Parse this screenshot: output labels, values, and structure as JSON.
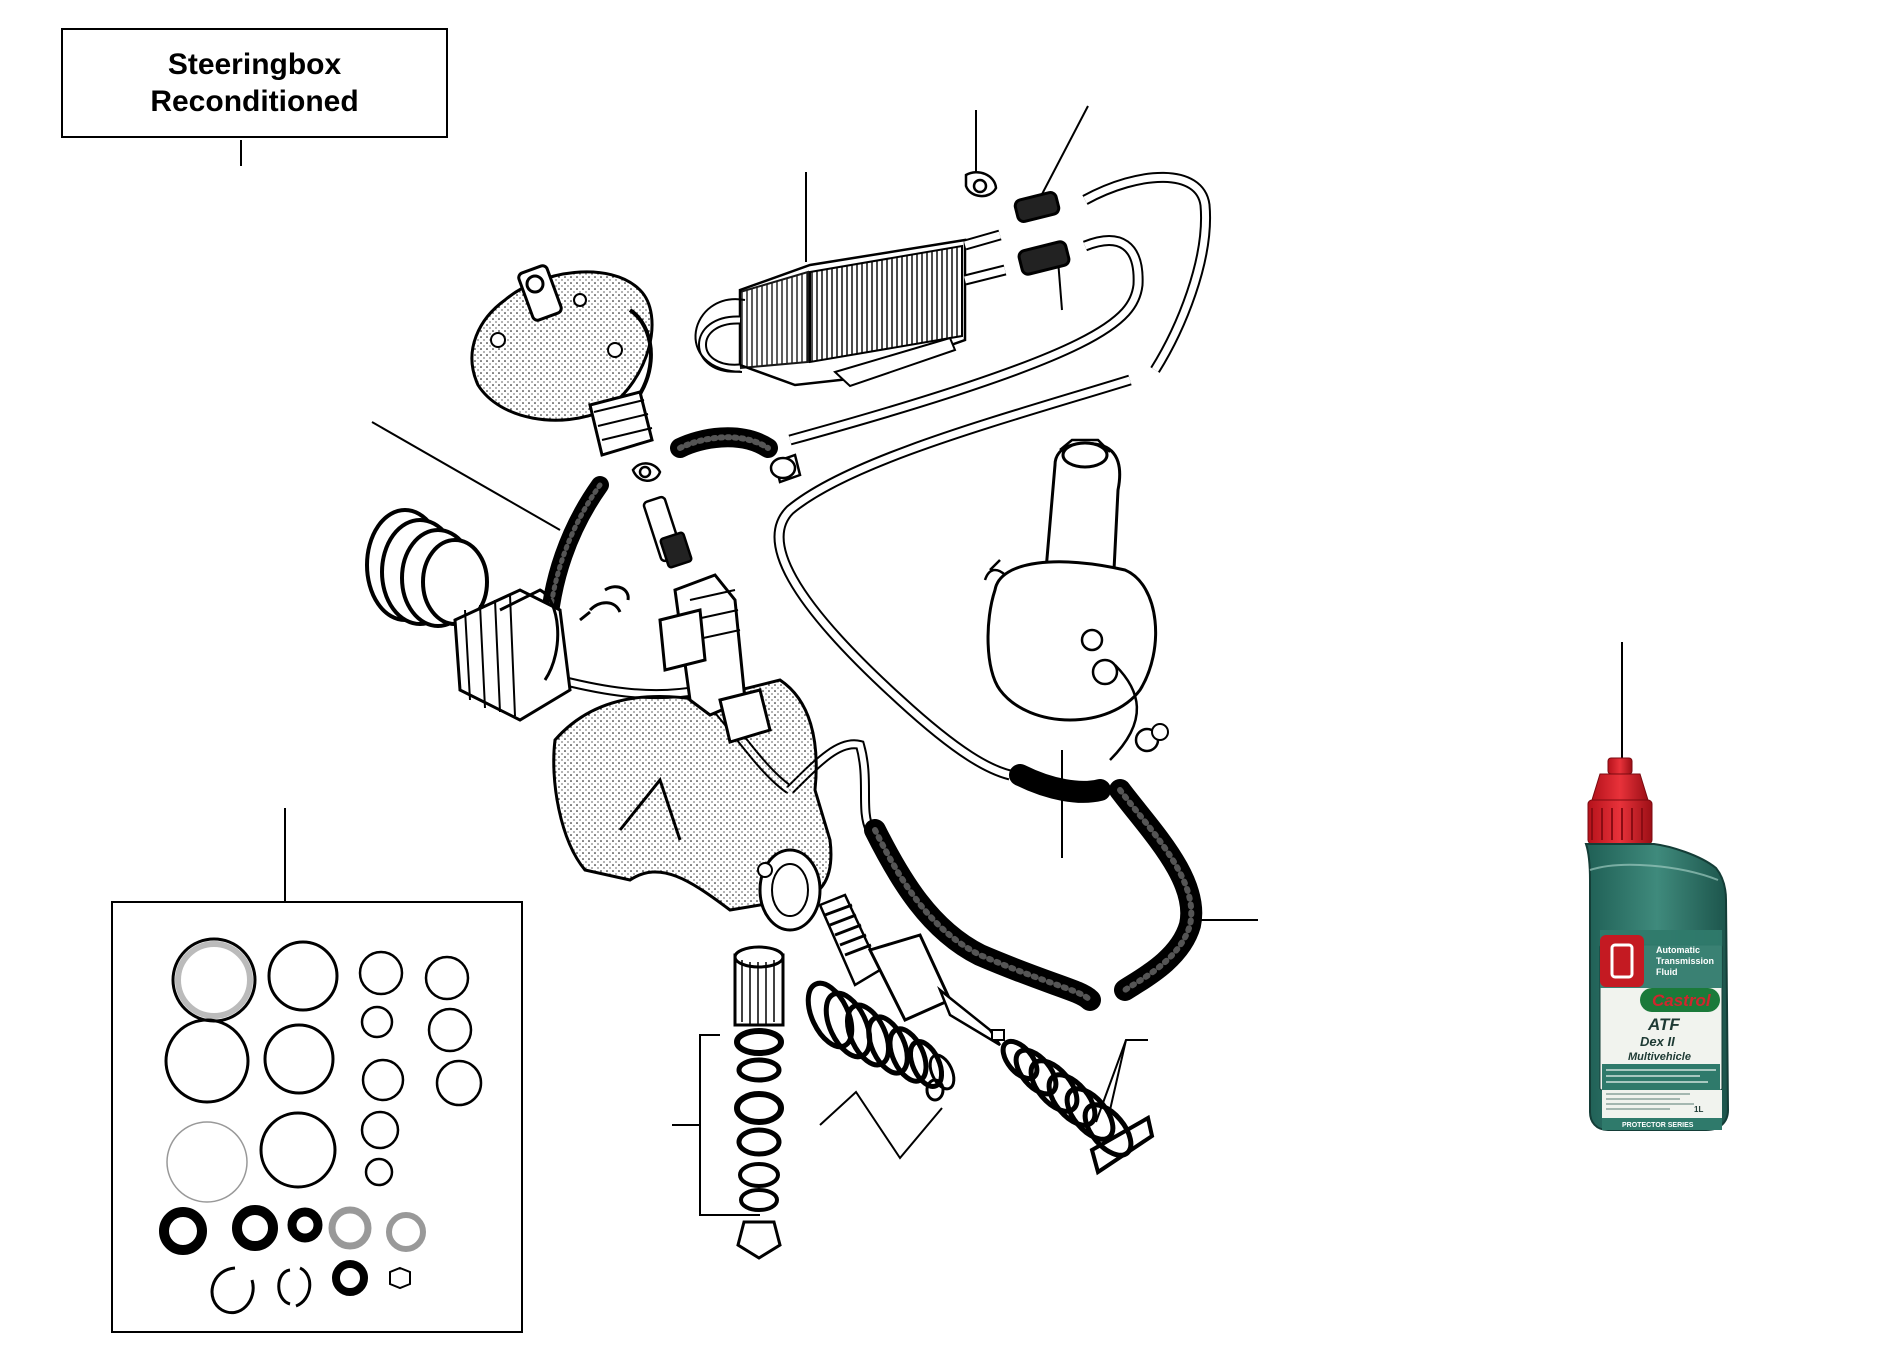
{
  "title": {
    "line1": "Steeringbox",
    "line2": "Reconditioned"
  },
  "bottle": {
    "brand": "Castrol",
    "product": "ATF",
    "grade": "Dex II",
    "variant": "Multivehicle",
    "type_line1": "Automatic",
    "type_line2": "Transmission",
    "type_line3": "Fluid",
    "size": "1L",
    "series": "PROTECTOR SERIES"
  }
}
